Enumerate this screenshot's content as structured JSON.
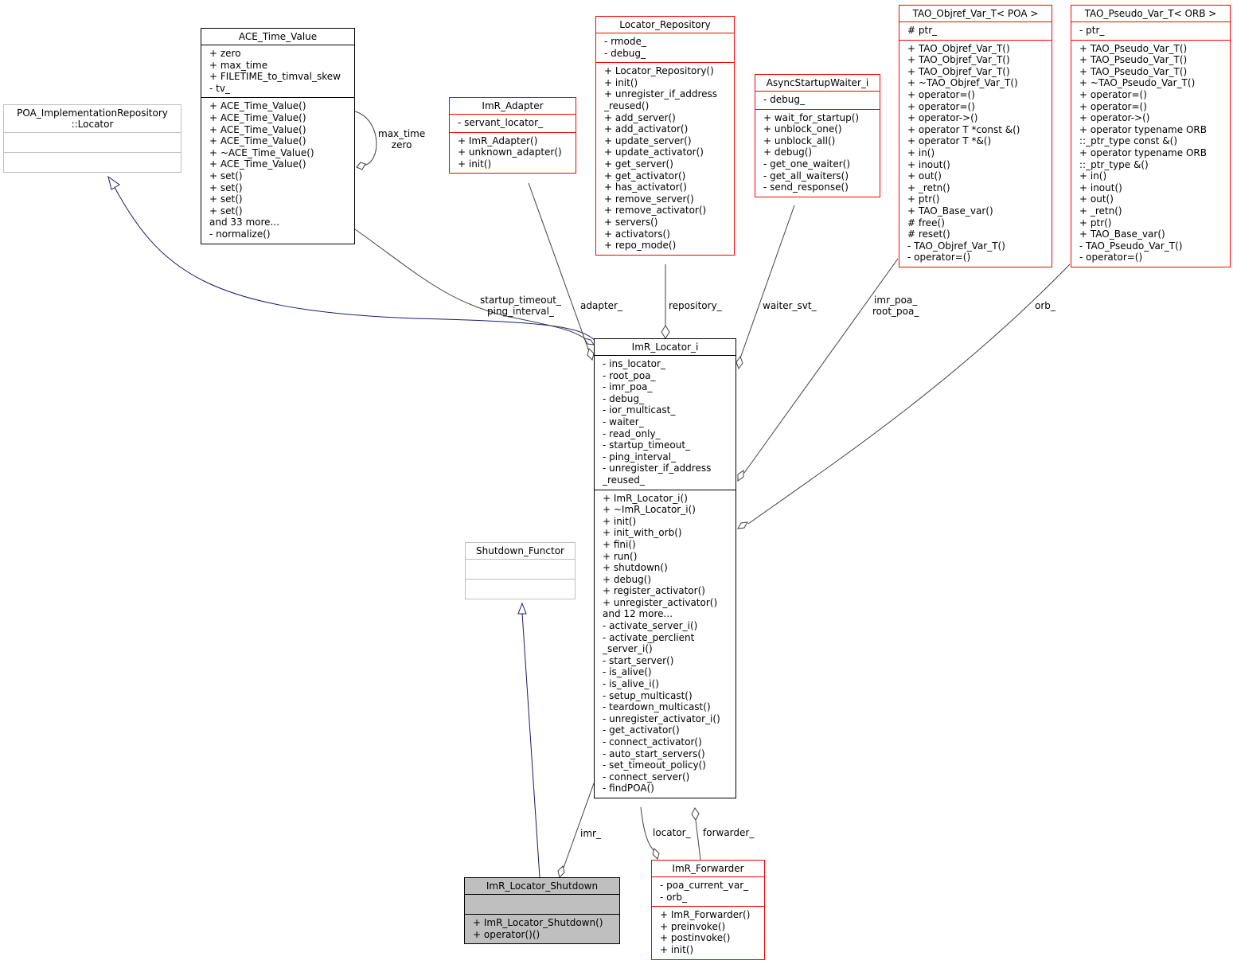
{
  "classes": {
    "poa_locator": {
      "name": "POA_ImplementationRepository\n::Locator",
      "attrs": [],
      "ops": []
    },
    "ace_time_value": {
      "name": "ACE_Time_Value",
      "attrs": [
        "+ zero",
        "+ max_time",
        "+ FILETIME_to_timval_skew",
        "- tv_"
      ],
      "ops": [
        "+ ACE_Time_Value()",
        "+ ACE_Time_Value()",
        "+ ACE_Time_Value()",
        "+ ACE_Time_Value()",
        "+ ~ACE_Time_Value()",
        "+ ACE_Time_Value()",
        "+ set()",
        "+ set()",
        "+ set()",
        "+ set()",
        "and 33 more...",
        "- normalize()"
      ]
    },
    "imr_adapter": {
      "name": "ImR_Adapter",
      "attrs": [
        "- servant_locator_"
      ],
      "ops": [
        "+ ImR_Adapter()",
        "+ unknown_adapter()",
        "+ init()"
      ]
    },
    "locator_repository": {
      "name": "Locator_Repository",
      "attrs": [
        "- rmode_",
        "- debug_"
      ],
      "ops": [
        "+ Locator_Repository()",
        "+ init()",
        "+ unregister_if_address\n_reused()",
        "+ add_server()",
        "+ add_activator()",
        "+ update_server()",
        "+ update_activator()",
        "+ get_server()",
        "+ get_activator()",
        "+ has_activator()",
        "+ remove_server()",
        "+ remove_activator()",
        "+ servers()",
        "+ activators()",
        "+ repo_mode()"
      ]
    },
    "async_startup_waiter": {
      "name": "AsyncStartupWaiter_i",
      "attrs": [
        "- debug_"
      ],
      "ops": [
        "+ wait_for_startup()",
        "+ unblock_one()",
        "+ unblock_all()",
        "+ debug()",
        "- get_one_waiter()",
        "- get_all_waiters()",
        "- send_response()"
      ]
    },
    "tao_objref_var": {
      "name": "TAO_Objref_Var_T< POA >",
      "attrs": [
        "# ptr_"
      ],
      "ops": [
        "+ TAO_Objref_Var_T()",
        "+ TAO_Objref_Var_T()",
        "+ TAO_Objref_Var_T()",
        "+ ~TAO_Objref_Var_T()",
        "+ operator=()",
        "+ operator=()",
        "+ operator->()",
        "+ operator T *const &()",
        "+ operator T *&()",
        "+ in()",
        "+ inout()",
        "+ out()",
        "+ _retn()",
        "+ ptr()",
        "+ TAO_Base_var()",
        "# free()",
        "# reset()",
        "- TAO_Objref_Var_T()",
        "- operator=()"
      ]
    },
    "tao_pseudo_var": {
      "name": "TAO_Pseudo_Var_T< ORB >",
      "attrs": [
        "- ptr_"
      ],
      "ops": [
        "+ TAO_Pseudo_Var_T()",
        "+ TAO_Pseudo_Var_T()",
        "+ TAO_Pseudo_Var_T()",
        "+ ~TAO_Pseudo_Var_T()",
        "+ operator=()",
        "+ operator=()",
        "+ operator->()",
        "+ operator typename ORB\n::_ptr_type const &()",
        "+ operator typename ORB\n::_ptr_type &()",
        "+ in()",
        "+ inout()",
        "+ out()",
        "+ _retn()",
        "+ ptr()",
        "+ TAO_Base_var()",
        "- TAO_Pseudo_Var_T()",
        "- operator=()"
      ]
    },
    "imr_locator_i": {
      "name": "ImR_Locator_i",
      "attrs": [
        "- ins_locator_",
        "- root_poa_",
        "- imr_poa_",
        "- debug_",
        "- ior_multicast_",
        "- waiter_",
        "- read_only_",
        "- startup_timeout_",
        "- ping_interval_",
        "- unregister_if_address\n_reused_"
      ],
      "ops": [
        "+ ImR_Locator_i()",
        "+ ~ImR_Locator_i()",
        "+ init()",
        "+ init_with_orb()",
        "+ fini()",
        "+ run()",
        "+ shutdown()",
        "+ debug()",
        "+ register_activator()",
        "+ unregister_activator()",
        "and 12 more...",
        "- activate_server_i()",
        "- activate_perclient\n_server_i()",
        "- start_server()",
        "- is_alive()",
        "- is_alive_i()",
        "- setup_multicast()",
        "- teardown_multicast()",
        "- unregister_activator_i()",
        "- get_activator()",
        "- connect_activator()",
        "- auto_start_servers()",
        "- set_timeout_policy()",
        "- connect_server()",
        "- findPOA()"
      ]
    },
    "shutdown_functor": {
      "name": "Shutdown_Functor",
      "attrs": [],
      "ops": []
    },
    "imr_locator_shutdown": {
      "name": "ImR_Locator_Shutdown",
      "attrs": [],
      "ops": [
        "+ ImR_Locator_Shutdown()",
        "+ operator()()"
      ]
    },
    "imr_forwarder": {
      "name": "ImR_Forwarder",
      "attrs": [
        "- poa_current_var_",
        "- orb_"
      ],
      "ops": [
        "+ ImR_Forwarder()",
        "+ preinvoke()",
        "+ postinvoke()",
        "+ init()"
      ]
    }
  },
  "edge_labels": {
    "max_time_zero": "max_time\nzero",
    "startup_timeout": "startup_timeout_\nping_interval_",
    "adapter": "adapter_",
    "repository": "repository_",
    "waiter_svt": "waiter_svt_",
    "imr_poa": "imr_poa_\nroot_poa_",
    "orb": "orb_",
    "imr": "imr_",
    "locator": "locator_",
    "forwarder": "forwarder_"
  },
  "colors": {
    "inheritance": "#191970",
    "association": "#404040",
    "border_complete": "#000000",
    "border_incomplete": "#ff0000",
    "border_undocumented": "#bfbfbf",
    "highlight_fill": "#bfbfbf"
  }
}
